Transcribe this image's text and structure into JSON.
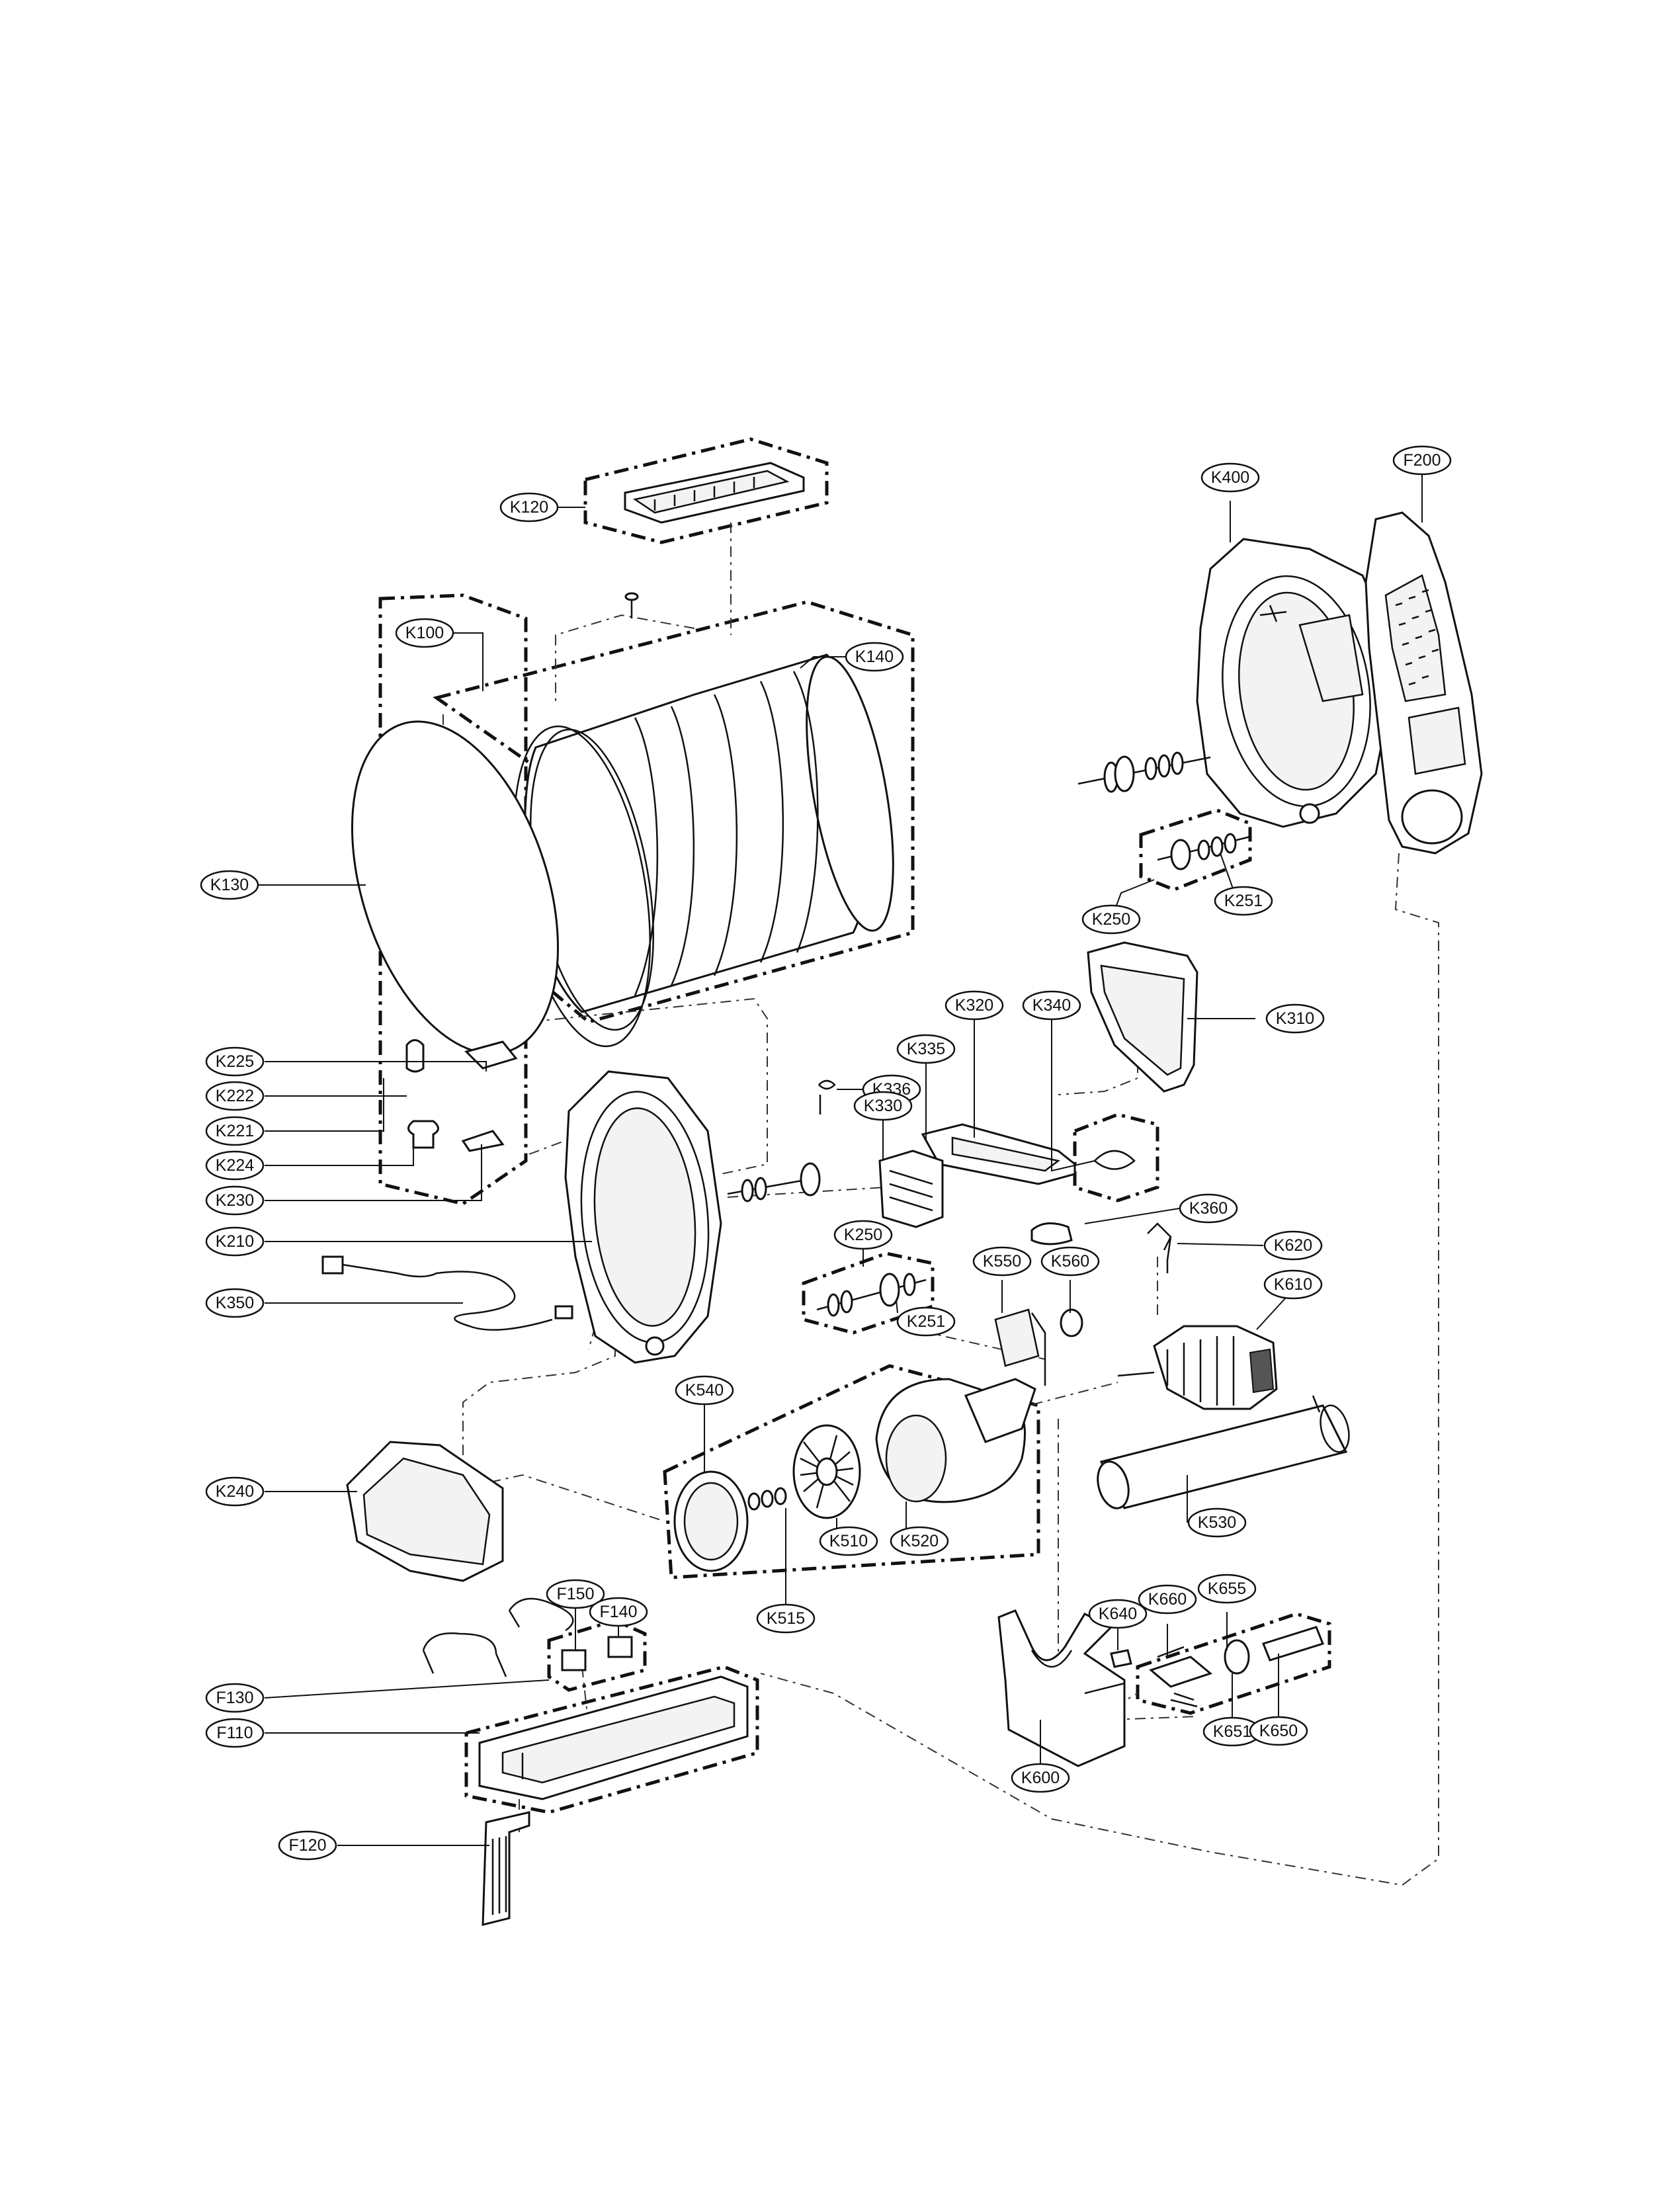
{
  "callouts": {
    "K120": "K120",
    "K100": "K100",
    "K140": "K140",
    "K130": "K130",
    "K400": "K400",
    "F200": "F200",
    "K251_top": "K251",
    "K250_top": "K250",
    "K310": "K310",
    "K336": "K336",
    "K320": "K320",
    "K340": "K340",
    "K335": "K335",
    "K330": "K330",
    "K225": "K225",
    "K222": "K222",
    "K221": "K221",
    "K224": "K224",
    "K230": "K230",
    "K210": "K210",
    "K360": "K360",
    "K250_mid": "K250",
    "K620": "K620",
    "K550": "K550",
    "K560": "K560",
    "K610": "K610",
    "K350": "K350",
    "K251_mid": "K251",
    "K540": "K540",
    "K240": "K240",
    "K530": "K530",
    "K510": "K510",
    "K520": "K520",
    "K515": "K515",
    "F150": "F150",
    "F140": "F140",
    "K640": "K640",
    "K660": "K660",
    "K655": "K655",
    "F130": "F130",
    "F110": "F110",
    "K651": "K651",
    "K650": "K650",
    "K600": "K600",
    "F120": "F120"
  },
  "colors": {
    "line": "#111111",
    "background": "#ffffff"
  }
}
